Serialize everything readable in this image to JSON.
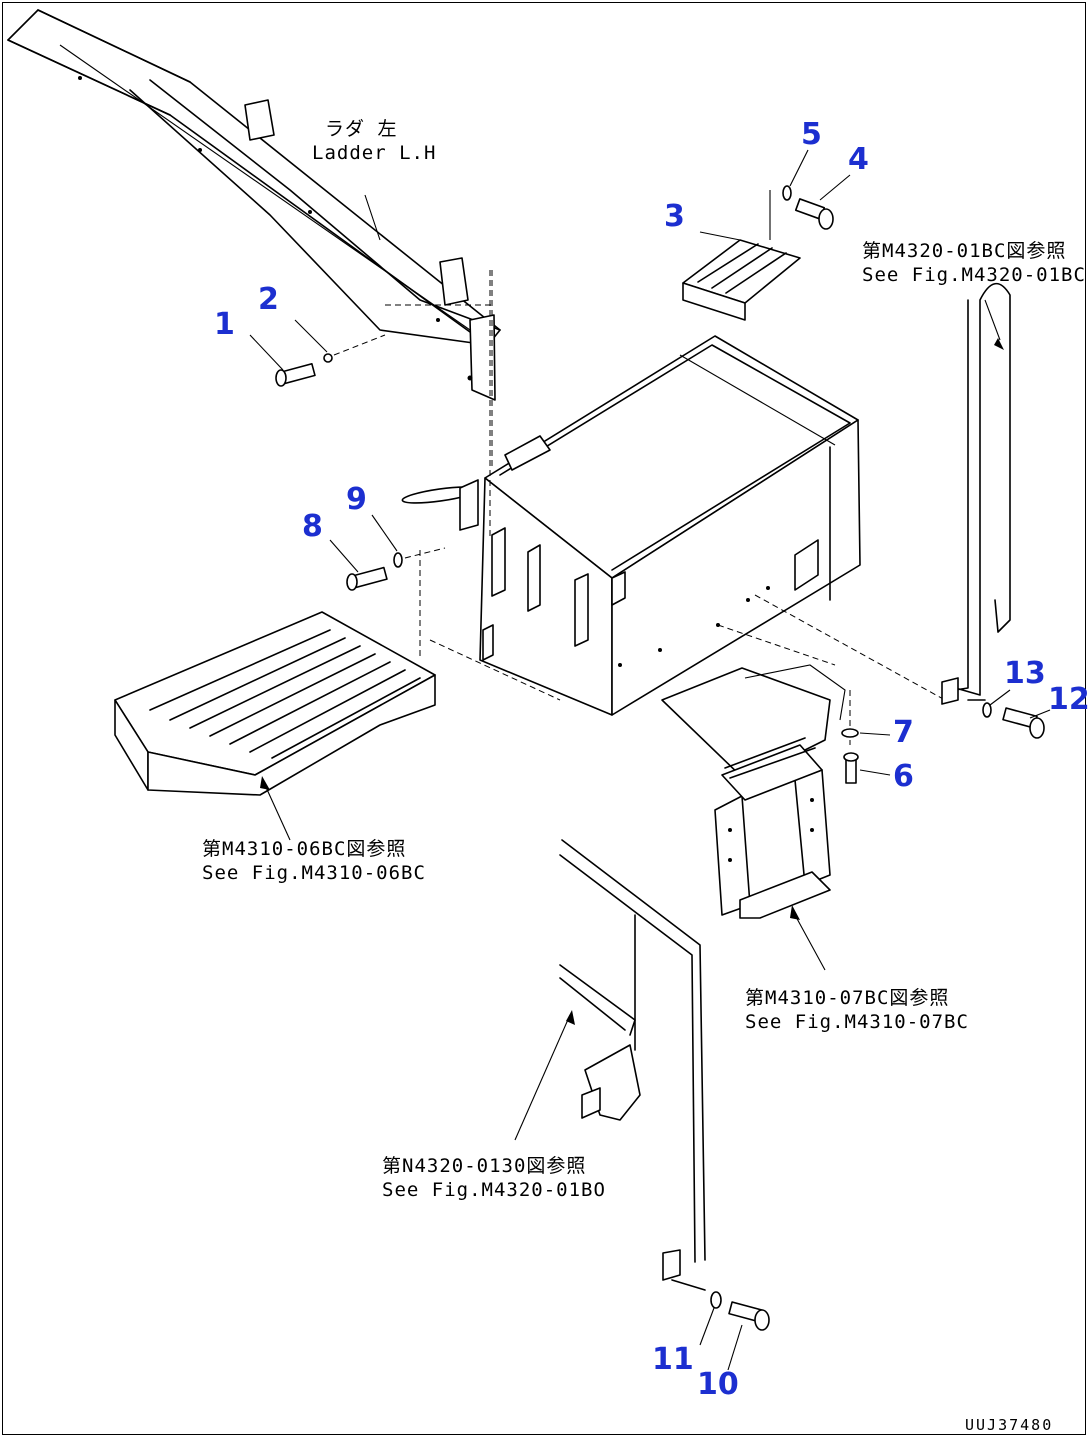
{
  "diagram": {
    "drawing_code": "UUJ37480",
    "callouts": {
      "ladder": {
        "line1": "ラダ 左",
        "line2": "Ladder L.H"
      },
      "ref_upper_right": {
        "line1": "第M4320-01BC図参照",
        "line2": "See Fig.M4320-01BC"
      },
      "ref_left_step": {
        "line1": "第M4310-06BC図参照",
        "line2": "See Fig.M4310-06BC"
      },
      "ref_right_step": {
        "line1": "第M4310-07BC図参照",
        "line2": "See Fig.M4310-07BC"
      },
      "ref_bottom": {
        "line1": "第N4320-0130図参照",
        "line2": "See Fig.M4320-01BO"
      }
    },
    "part_numbers": [
      "1",
      "2",
      "3",
      "4",
      "5",
      "6",
      "7",
      "8",
      "9",
      "10",
      "11",
      "12",
      "13"
    ],
    "colors": {
      "part_number": "#1c2fd0",
      "line": "#000000"
    }
  }
}
